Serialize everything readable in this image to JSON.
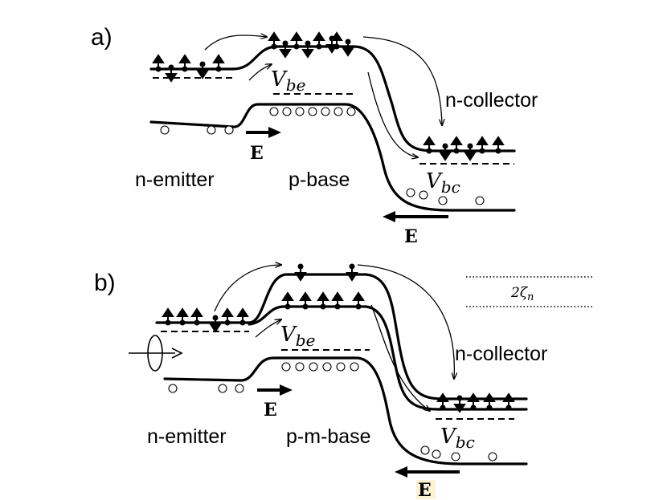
{
  "panel_a": {
    "label": "a)",
    "emitter_label": "n-emitter",
    "base_label": "p-base",
    "collector_label": "n-collector",
    "vbe": "V",
    "vbe_sub": "be",
    "vbc": "V",
    "vbc_sub": "bc",
    "field_emitter": "E",
    "field_collector": "E"
  },
  "panel_b": {
    "label": "b)",
    "emitter_label": "n-emitter",
    "base_label": "p-m-base",
    "collector_label": "n-collector",
    "vbe": "V",
    "vbe_sub": "be",
    "vbc": "V",
    "vbc_sub": "bc",
    "field_emitter": "E",
    "field_collector": "E",
    "splitting": "2ζ",
    "splitting_sub": "n"
  }
}
